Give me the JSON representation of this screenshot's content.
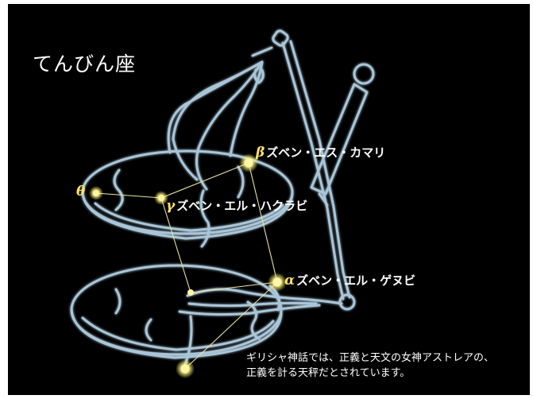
{
  "title": "てんびん座",
  "stars": {
    "beta": {
      "greek": "β",
      "name": "ズベン・エス・カマリ"
    },
    "gamma": {
      "greek": "γ",
      "name": "ズベン・エル・ハクラビ"
    },
    "theta": {
      "greek": "θ"
    },
    "alpha": {
      "greek": "α",
      "name": "ズベン・エル・ゲヌビ"
    }
  },
  "caption": {
    "line1": "ギリシャ神話では、正義と天文の女神アストレアの、",
    "line2": "正義を計る天秤だとされています。"
  },
  "colors": {
    "background": "#000000",
    "star": "#fff27a",
    "constellation_line": "#e8e2a0",
    "artwork_outline": "#a9c6d8"
  },
  "icon": "libra-balance-scale-illustration"
}
